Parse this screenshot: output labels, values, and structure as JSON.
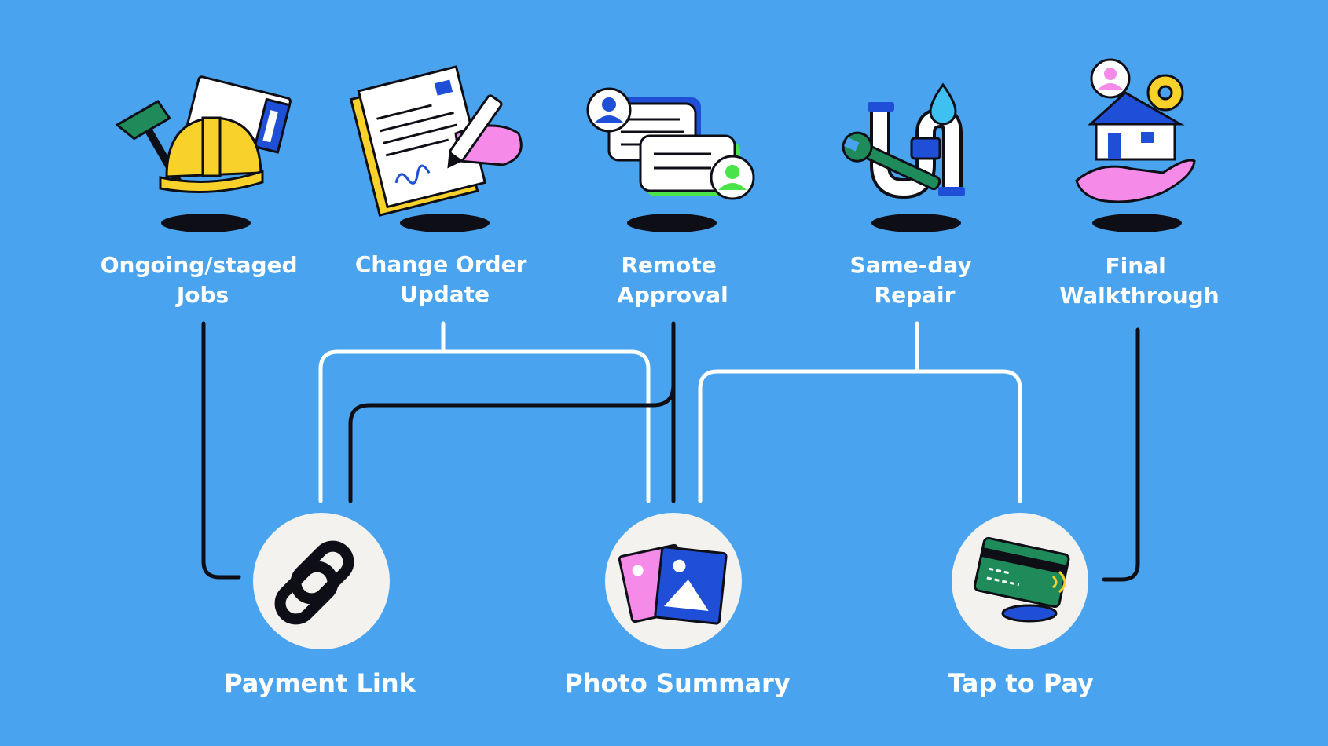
{
  "colors": {
    "background": "#49a3ee",
    "black_connector": "#0e0e16",
    "white_connector": "#ffffff",
    "badge": "#f4f2ee",
    "pink": "#f58ae8",
    "yellow": "#f8d12a",
    "green": "#1f8a5a",
    "blue": "#1f4fd6",
    "lime": "#4be34a"
  },
  "use_cases": [
    {
      "line1": "Ongoing/staged",
      "line2": "Jobs",
      "icon": "hardhat-hammer-blueprint-icon"
    },
    {
      "line1": "Change Order",
      "line2": "Update",
      "icon": "document-signature-icon"
    },
    {
      "line1": "Remote",
      "line2": "Approval",
      "icon": "chat-bubbles-icon"
    },
    {
      "line1": "Same-day",
      "line2": "Repair",
      "icon": "pipe-wrench-icon"
    },
    {
      "line1": "Final",
      "line2": "Walkthrough",
      "icon": "house-hand-icon"
    }
  ],
  "features": [
    {
      "label": "Payment Link",
      "icon": "chain-link-icon"
    },
    {
      "label": "Photo Summary",
      "icon": "photos-icon"
    },
    {
      "label": "Tap to Pay",
      "icon": "credit-card-tap-icon"
    }
  ]
}
